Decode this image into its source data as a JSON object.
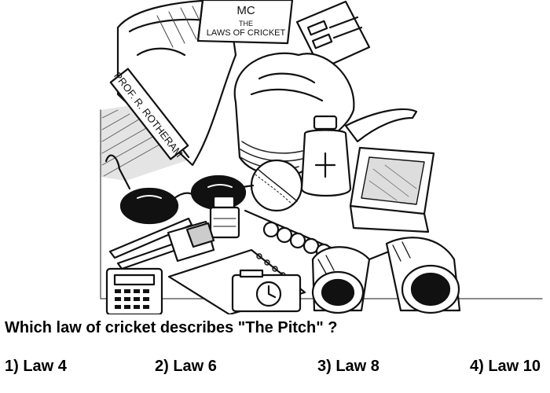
{
  "illustration": {
    "book_title_line1": "THE",
    "book_title_line2": "LAWS OF CRICKET",
    "bag_tag": "PROF. R. ROTHERAM"
  },
  "question": "Which law of cricket describes \"The Pitch\" ?",
  "options": [
    "1) Law 4",
    "2) Law 6",
    "3) Law 8",
    "4) Law 10"
  ]
}
